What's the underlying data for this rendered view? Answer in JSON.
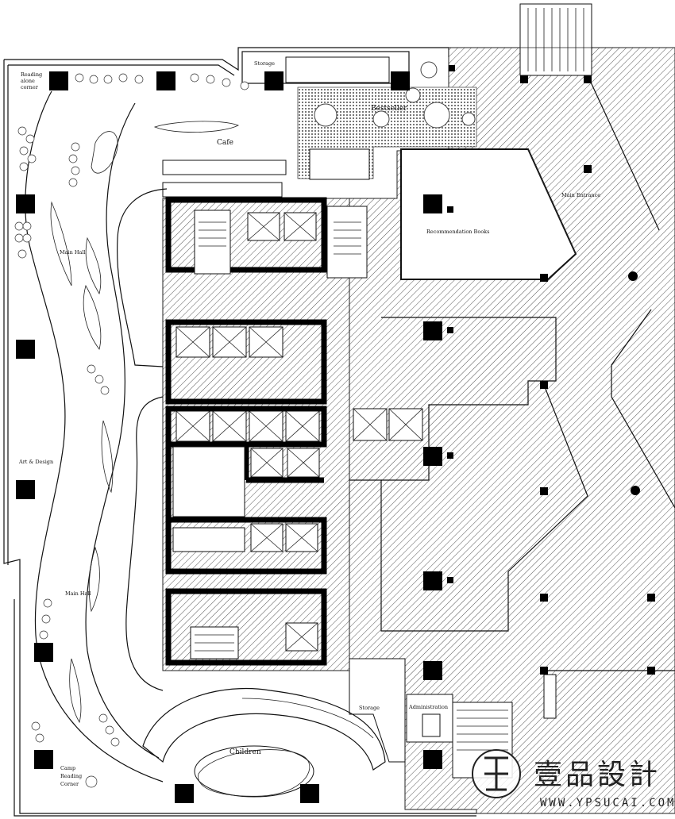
{
  "labels": {
    "reading_alone": [
      "Reading",
      "alone",
      "corner"
    ],
    "storage_top": "Storage",
    "bestseller": "Bestseller",
    "cafe": "Cafe",
    "main_entrance": "Main Entrance",
    "recommendation": "Recommendation Books",
    "main_hall_top": "Main Hall",
    "art_design": "Art & Design",
    "main_hall_bottom": "Main Hall",
    "storage_bottom": "Storage",
    "administration": "Administration",
    "children": "Children",
    "camp_reading": [
      "Camp",
      "Reading",
      "Corner"
    ]
  },
  "watermark": {
    "brand": "壹品設計",
    "url": "WWW.YPSUCAI.COM"
  }
}
